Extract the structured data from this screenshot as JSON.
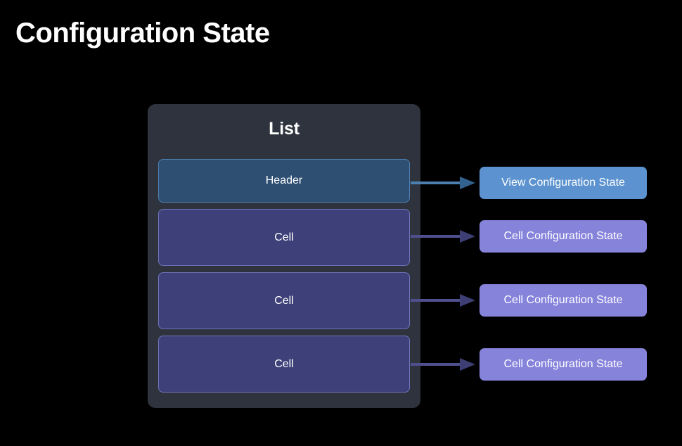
{
  "title": "Configuration State",
  "theme": {
    "background": "#000000",
    "title_color": "#ffffff",
    "list_bg": "#2E333D",
    "header_fill": "#2E4F72",
    "header_border": "#4C7FB0",
    "cell_fill": "#3E4179",
    "cell_border": "#6F72B8",
    "view_state_fill": "#5B92CF",
    "cell_state_fill": "#8683DB",
    "arrow_blue": "#4C7FB0",
    "arrow_purple": "#4E4F8C"
  },
  "list": {
    "title": "List",
    "rows": [
      {
        "label": "Header",
        "kind": "header"
      },
      {
        "label": "Cell",
        "kind": "cell"
      },
      {
        "label": "Cell",
        "kind": "cell"
      },
      {
        "label": "Cell",
        "kind": "cell"
      }
    ]
  },
  "states": [
    {
      "label": "View Configuration State",
      "kind": "view"
    },
    {
      "label": "Cell Configuration State",
      "kind": "cell"
    },
    {
      "label": "Cell Configuration State",
      "kind": "cell"
    },
    {
      "label": "Cell Configuration State",
      "kind": "cell"
    }
  ],
  "arrows": [
    {
      "name": "arrow-header-to-view-state",
      "color": "#4C7FB0"
    },
    {
      "name": "arrow-cell1-to-cell-state",
      "color": "#4E4F8C"
    },
    {
      "name": "arrow-cell2-to-cell-state",
      "color": "#4E4F8C"
    },
    {
      "name": "arrow-cell3-to-cell-state",
      "color": "#4E4F8C"
    }
  ]
}
